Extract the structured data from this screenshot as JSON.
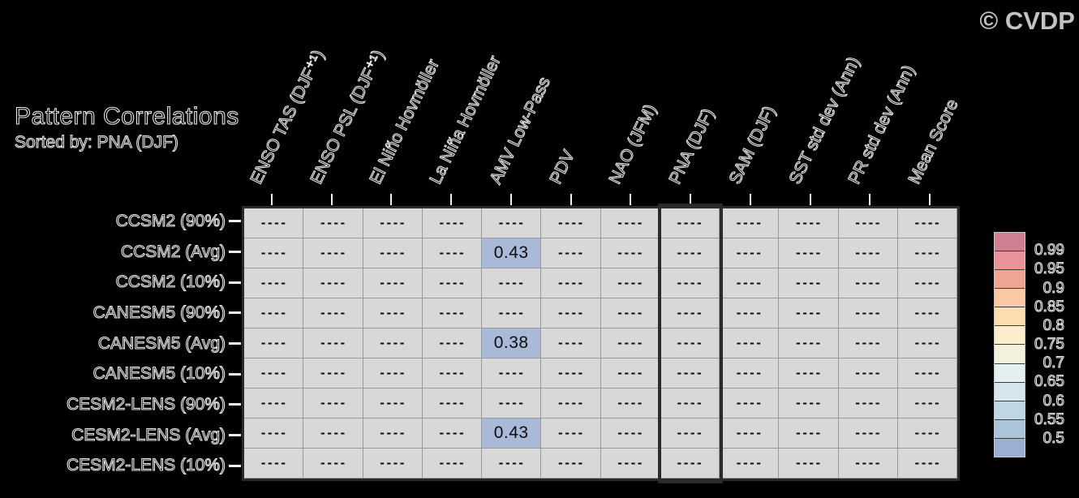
{
  "title": "Pattern Correlations",
  "subtitle": "Sorted by: PNA (DJF)",
  "watermark": "© CVDP",
  "grid": {
    "missing_marker": "----",
    "highlighted_column": "PNA (DJF)",
    "columns": [
      "ENSO TAS (DJF⁺¹)",
      "ENSO PSL (DJF⁺¹)",
      "El Niño Hovmöller",
      "La Niña Hovmöller",
      "AMV Low-Pass",
      "PDV",
      "NAO (JFM)",
      "PNA (DJF)",
      "SAM (DJF)",
      "SST std dev (Ann)",
      "PR std dev (Ann)",
      "Mean Score"
    ],
    "rows": [
      {
        "label": "CCSM2 (90%)",
        "cells": [
          "----",
          "----",
          "----",
          "----",
          "----",
          "----",
          "----",
          "----",
          "----",
          "----",
          "----",
          "----"
        ]
      },
      {
        "label": "CCSM2 (Avg)",
        "cells": [
          "----",
          "----",
          "----",
          "----",
          "0.43",
          "----",
          "----",
          "----",
          "----",
          "----",
          "----",
          "----"
        ]
      },
      {
        "label": "CCSM2 (10%)",
        "cells": [
          "----",
          "----",
          "----",
          "----",
          "----",
          "----",
          "----",
          "----",
          "----",
          "----",
          "----",
          "----"
        ]
      },
      {
        "label": "CANESM5 (90%)",
        "cells": [
          "----",
          "----",
          "----",
          "----",
          "----",
          "----",
          "----",
          "----",
          "----",
          "----",
          "----",
          "----"
        ]
      },
      {
        "label": "CANESM5 (Avg)",
        "cells": [
          "----",
          "----",
          "----",
          "----",
          "0.38",
          "----",
          "----",
          "----",
          "----",
          "----",
          "----",
          "----"
        ]
      },
      {
        "label": "CANESM5 (10%)",
        "cells": [
          "----",
          "----",
          "----",
          "----",
          "----",
          "----",
          "----",
          "----",
          "----",
          "----",
          "----",
          "----"
        ]
      },
      {
        "label": "CESM2-LENS (90%)",
        "cells": [
          "----",
          "----",
          "----",
          "----",
          "----",
          "----",
          "----",
          "----",
          "----",
          "----",
          "----",
          "----"
        ]
      },
      {
        "label": "CESM2-LENS (Avg)",
        "cells": [
          "----",
          "----",
          "----",
          "----",
          "0.43",
          "----",
          "----",
          "----",
          "----",
          "----",
          "----",
          "----"
        ]
      },
      {
        "label": "CESM2-LENS (10%)",
        "cells": [
          "----",
          "----",
          "----",
          "----",
          "----",
          "----",
          "----",
          "----",
          "----",
          "----",
          "----",
          "----"
        ]
      }
    ],
    "value_cell_color": "#a9bad8",
    "cell_color": "#d8d8d8"
  },
  "legend": {
    "tick_labels": [
      "0.99",
      "0.95",
      "0.9",
      "0.85",
      "0.8",
      "0.75",
      "0.7",
      "0.65",
      "0.6",
      "0.55",
      "0.5"
    ],
    "colors": [
      "#cf8090",
      "#e8929a",
      "#f0a593",
      "#f8c9a4",
      "#fbddb1",
      "#fcedcb",
      "#f3f1dc",
      "#e4eff1",
      "#d5e6ec",
      "#bfd7e5",
      "#aac4dc",
      "#9daed3"
    ]
  },
  "chart_data": {
    "type": "heatmap",
    "title": "Pattern Correlations",
    "subtitle": "Sorted by: PNA (DJF)",
    "columns": [
      "ENSO TAS (DJF+1)",
      "ENSO PSL (DJF+1)",
      "El Niño Hovmöller",
      "La Niña Hovmöller",
      "AMV Low-Pass",
      "PDV",
      "NAO (JFM)",
      "PNA (DJF)",
      "SAM (DJF)",
      "SST std dev (Ann)",
      "PR std dev (Ann)",
      "Mean Score"
    ],
    "rows": [
      "CCSM2 (90%)",
      "CCSM2 (Avg)",
      "CCSM2 (10%)",
      "CANESM5 (90%)",
      "CANESM5 (Avg)",
      "CANESM5 (10%)",
      "CESM2-LENS (90%)",
      "CESM2-LENS (Avg)",
      "CESM2-LENS (10%)"
    ],
    "values": [
      [
        null,
        null,
        null,
        null,
        null,
        null,
        null,
        null,
        null,
        null,
        null,
        null
      ],
      [
        null,
        null,
        null,
        null,
        0.43,
        null,
        null,
        null,
        null,
        null,
        null,
        null
      ],
      [
        null,
        null,
        null,
        null,
        null,
        null,
        null,
        null,
        null,
        null,
        null,
        null
      ],
      [
        null,
        null,
        null,
        null,
        null,
        null,
        null,
        null,
        null,
        null,
        null,
        null
      ],
      [
        null,
        null,
        null,
        null,
        0.38,
        null,
        null,
        null,
        null,
        null,
        null,
        null
      ],
      [
        null,
        null,
        null,
        null,
        null,
        null,
        null,
        null,
        null,
        null,
        null,
        null
      ],
      [
        null,
        null,
        null,
        null,
        null,
        null,
        null,
        null,
        null,
        null,
        null,
        null
      ],
      [
        null,
        null,
        null,
        null,
        0.43,
        null,
        null,
        null,
        null,
        null,
        null,
        null
      ],
      [
        null,
        null,
        null,
        null,
        null,
        null,
        null,
        null,
        null,
        null,
        null,
        null
      ]
    ],
    "highlighted_column": "PNA (DJF)",
    "missing_marker": "----",
    "colorbar": {
      "tick_labels": [
        0.99,
        0.95,
        0.9,
        0.85,
        0.8,
        0.75,
        0.7,
        0.65,
        0.6,
        0.55,
        0.5
      ],
      "colors_top_to_bottom": [
        "#cf8090",
        "#e8929a",
        "#f0a593",
        "#f8c9a4",
        "#fbddb1",
        "#fcedcb",
        "#f3f1dc",
        "#e4eff1",
        "#d5e6ec",
        "#bfd7e5",
        "#aac4dc",
        "#9daed3"
      ],
      "position": "right"
    },
    "legend_position": "right",
    "grid": true
  }
}
